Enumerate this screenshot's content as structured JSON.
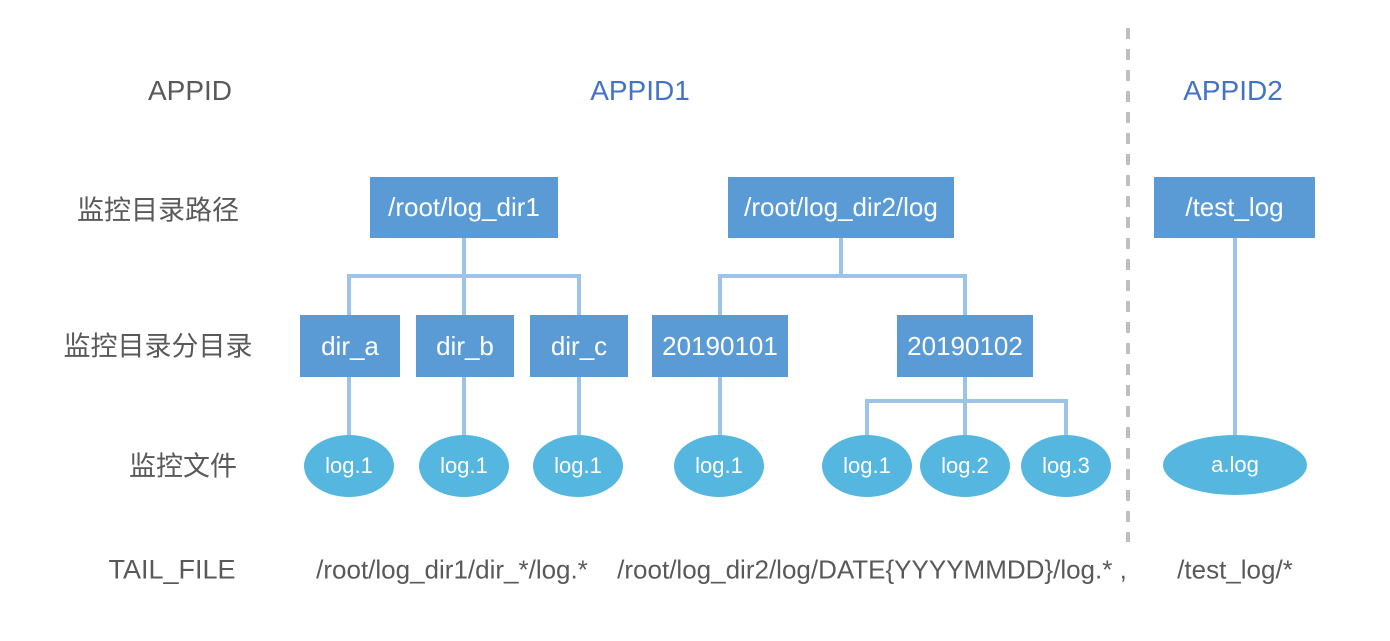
{
  "colors": {
    "box_fill": "#5B9BD5",
    "ellipse_fill": "#55B7E0",
    "connector": "#9DC3E6",
    "divider": "#BFBFBF",
    "label_text": "#595959",
    "appid_accent": "#4472C4",
    "shape_text": "#FFFFFF"
  },
  "row_labels": {
    "appid": "APPID",
    "monitor_dir_path": "监控目录路径",
    "monitor_sub_dir": "监控目录分目录",
    "monitor_file": "监控文件",
    "tail_file": "TAIL_FILE"
  },
  "groups": {
    "appid1": {
      "label": "APPID1",
      "trees": [
        {
          "root": "/root/log_dir1",
          "subdirs": [
            {
              "name": "dir_a",
              "files": [
                "log.1"
              ]
            },
            {
              "name": "dir_b",
              "files": [
                "log.1"
              ]
            },
            {
              "name": "dir_c",
              "files": [
                "log.1"
              ]
            }
          ],
          "tail_file": "/root/log_dir1/dir_*/log.*"
        },
        {
          "root": "/root/log_dir2/log",
          "subdirs": [
            {
              "name": "20190101",
              "files": [
                "log.1"
              ]
            },
            {
              "name": "20190102",
              "files": [
                "log.1",
                "log.2",
                "log.3"
              ]
            }
          ],
          "tail_file": "/root/log_dir2/log/DATE{YYYYMMDD}/log.* ,"
        }
      ]
    },
    "appid2": {
      "label": "APPID2",
      "trees": [
        {
          "root": "/test_log",
          "files": [
            "a.log"
          ],
          "tail_file": "/test_log/*"
        }
      ]
    }
  }
}
